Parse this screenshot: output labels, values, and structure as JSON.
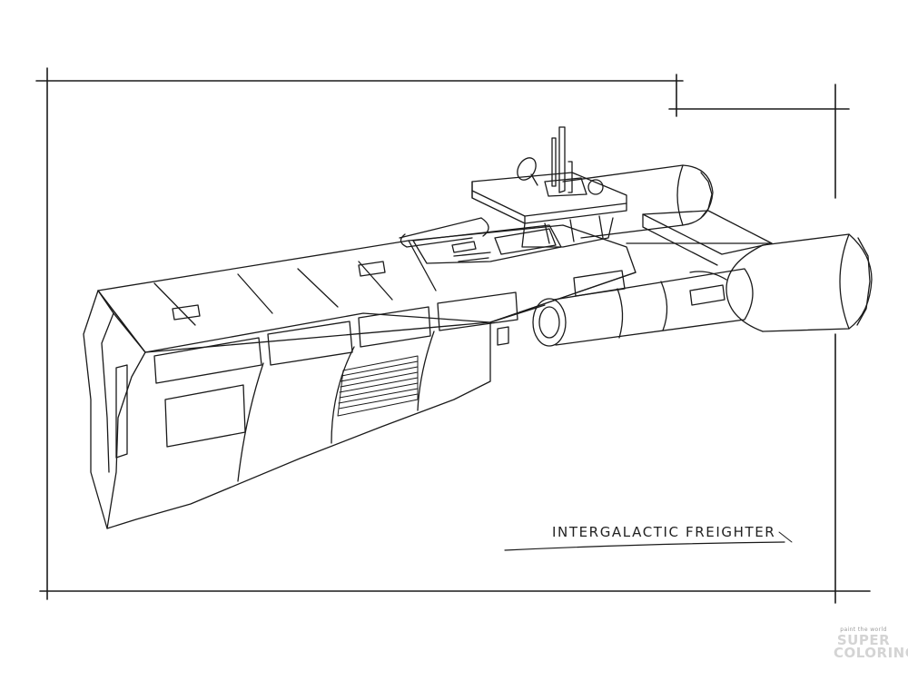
{
  "caption": "INTERGALACTIC FREIGHTER",
  "watermark": {
    "tagline": "paint the world",
    "line1": "SUPER",
    "line2": "COLORING"
  },
  "colors": {
    "ink": "#1a1a1a",
    "paper": "#ffffff",
    "watermark": "#d4d4d4"
  }
}
